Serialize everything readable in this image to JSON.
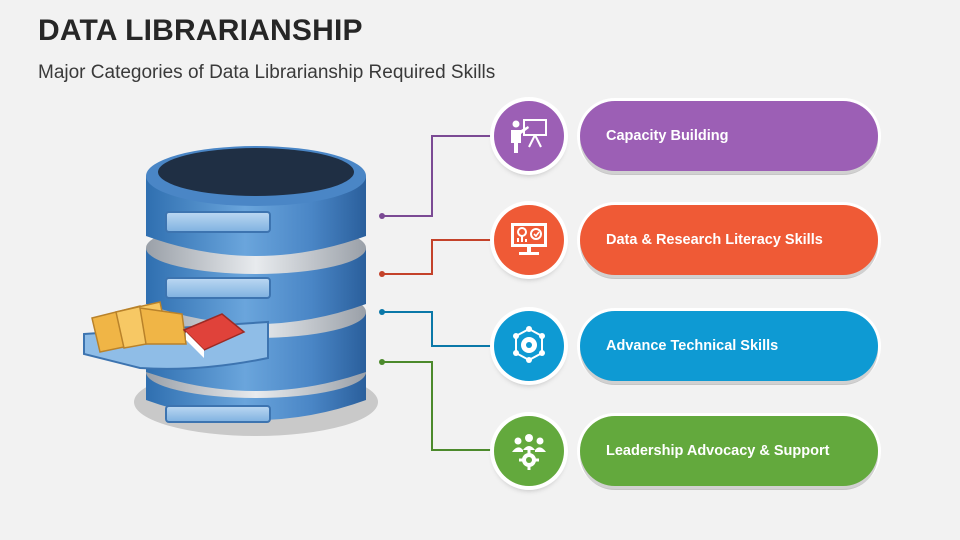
{
  "slide": {
    "title": "DATA LIBRARIANSHIP",
    "subtitle": "Major Categories of Data Librarianship Required Skills"
  },
  "items": [
    {
      "label": "Capacity Building",
      "color": "#9c5fb5",
      "icon": "presentation-icon"
    },
    {
      "label": "Data & Research Literacy Skills",
      "color": "#ef5a36",
      "icon": "analytics-monitor-icon"
    },
    {
      "label": "Advance Technical Skills",
      "color": "#0e9ad3",
      "icon": "network-gear-icon"
    },
    {
      "label": "Leadership Advocacy & Support",
      "color": "#63a93d",
      "icon": "team-gear-icon"
    }
  ],
  "illustration": {
    "icon": "database-cylinder-icon"
  }
}
